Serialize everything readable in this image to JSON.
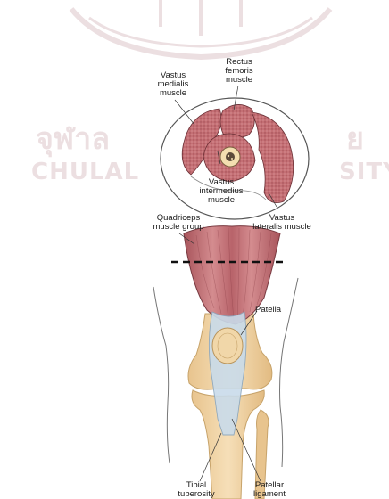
{
  "watermark": {
    "thai_left": "จุฬาล",
    "thai_right": "ย",
    "english_left": "CHULAL",
    "english_right": "SITY"
  },
  "labels": {
    "vastus_medialis": "Vastus\nmedialis\nmuscle",
    "rectus_femoris": "Rectus\nfemoris\nmuscle",
    "vastus_intermedius": "Vastus\nintermedius\nmuscle",
    "vastus_lateralis": "Vastus\nlateralis muscle",
    "quadriceps": "Quadriceps\nmuscle group",
    "patella": "Patella",
    "tibial_tuberosity": "Tibial\ntuberosity",
    "patellar_ligament": "Patellar\nligament"
  },
  "colors": {
    "muscle": "#c46f74",
    "muscle_dark": "#9e4a52",
    "bone": "#efd2a4",
    "bone_edge": "#c7a36a",
    "tendon": "#c9dbea",
    "outline": "#5a5a5a",
    "watermark": "#ecdfe1"
  }
}
